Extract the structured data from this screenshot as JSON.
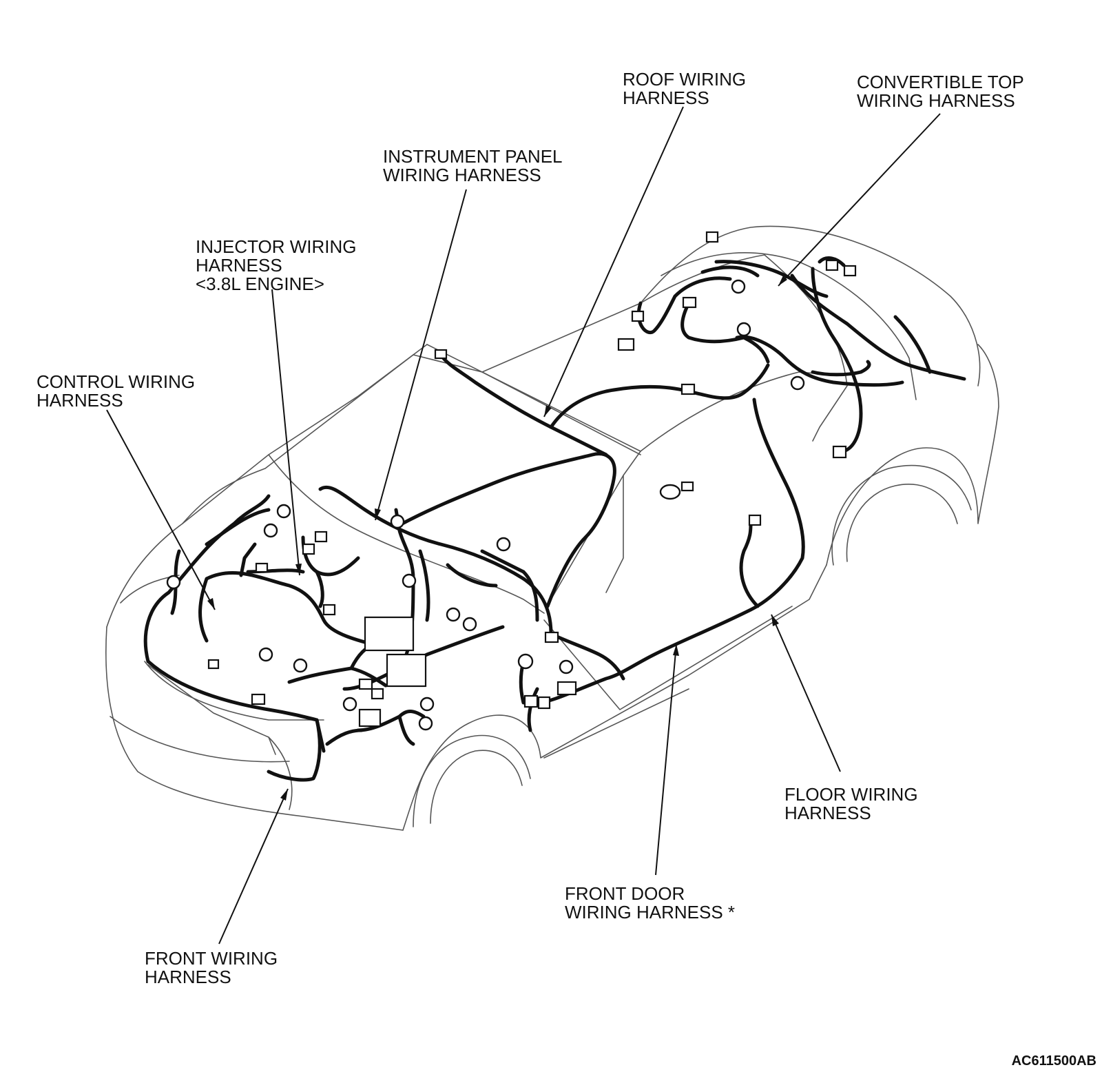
{
  "labels": {
    "roof": [
      "ROOF WIRING",
      "HARNESS"
    ],
    "convertible_top": [
      "CONVERTIBLE TOP",
      "WIRING HARNESS"
    ],
    "instrument_panel": [
      "INSTRUMENT PANEL",
      "WIRING HARNESS"
    ],
    "injector": [
      "INJECTOR WIRING",
      "HARNESS",
      "<3.8L ENGINE>"
    ],
    "control": [
      "CONTROL WIRING",
      "HARNESS"
    ],
    "floor": [
      "FLOOR WIRING",
      "HARNESS"
    ],
    "front_door": [
      "FRONT DOOR",
      "WIRING HARNESS *"
    ],
    "front": [
      "FRONT WIRING",
      "HARNESS"
    ]
  },
  "figure_code": "AC611500AB",
  "colors": {
    "ink": "#111111",
    "body_outline": "#555555",
    "background": "#ffffff"
  }
}
